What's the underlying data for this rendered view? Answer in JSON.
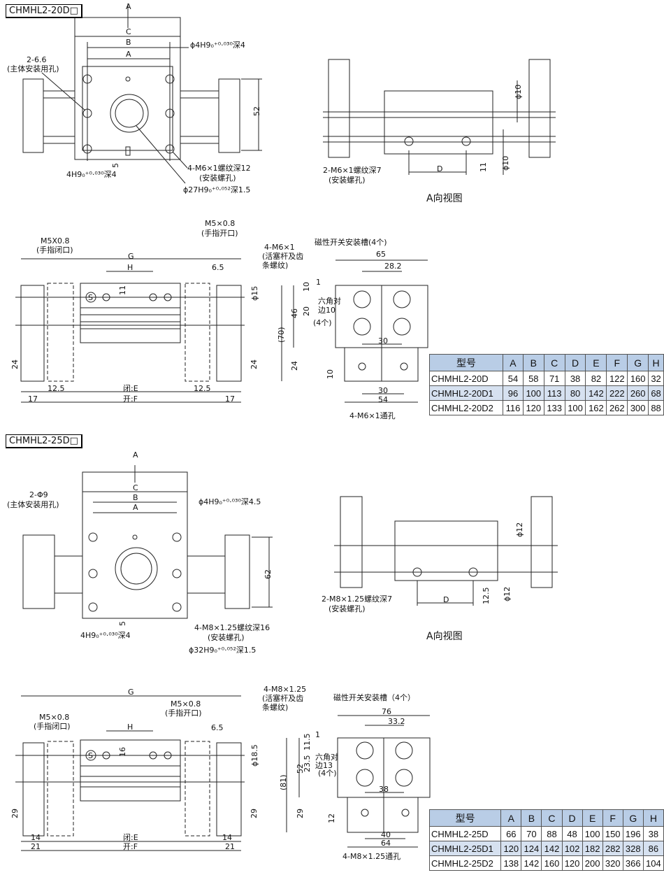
{
  "sections": [
    {
      "title": "CHMHL2-20D□",
      "labels": [
        "A",
        "C",
        "B",
        "A",
        "ϕ4H9₀⁺⁰·⁰³⁰深4",
        "2-6.6",
        "(主体安装用孔)",
        "52",
        "5",
        "4H9₀⁺⁰·⁰³⁰深4",
        "4-M6×1螺纹深12",
        "(安装螺孔)",
        "ϕ27H9₀⁺⁰·⁰⁵²深1.5",
        "ϕ10",
        "ϕ10",
        "11",
        "D",
        "2-M6×1螺纹深7",
        "(安装螺孔)",
        "A向视图",
        "M5×0.8",
        "(手指开口)",
        "M5X0.8",
        "(手指闭口)",
        "G",
        "H",
        "4-M6×1",
        "(活塞杆及齿",
        "条螺纹)",
        "6.5",
        "ϕ15",
        "11",
        "24",
        "24",
        "12.5",
        "闭:E",
        "12.5",
        "17",
        "开:F",
        "17",
        "磁性开关安装槽(4个)",
        "65",
        "28.2",
        "10",
        "1",
        "六角对",
        "边10",
        "(4个)",
        "20",
        "46",
        "(70)",
        "30",
        "24",
        "10",
        "30",
        "54",
        "4-M6×1通孔",
        "S"
      ],
      "table": {
        "headers": [
          "型号",
          "A",
          "B",
          "C",
          "D",
          "E",
          "F",
          "G",
          "H"
        ],
        "rows": [
          [
            "CHMHL2-20D",
            "54",
            "58",
            "71",
            "38",
            "82",
            "122",
            "160",
            "32"
          ],
          [
            "CHMHL2-20D1",
            "96",
            "100",
            "113",
            "80",
            "142",
            "222",
            "260",
            "68"
          ],
          [
            "CHMHL2-20D2",
            "116",
            "120",
            "133",
            "100",
            "162",
            "262",
            "300",
            "88"
          ]
        ]
      }
    },
    {
      "title": "CHMHL2-25D□",
      "labels": [
        "A",
        "C",
        "B",
        "A",
        "ϕ4H9₀⁺⁰·⁰³⁰深4.5",
        "2-Φ9",
        "(主体安装用孔)",
        "62",
        "5",
        "4H9₀⁺⁰·⁰³⁰深4",
        "4-M8×1.25螺纹深16",
        "(安装螺孔)",
        "ϕ32H9₀⁺⁰·⁰⁵²深1.5",
        "ϕ12",
        "ϕ12",
        "12.5",
        "D",
        "2-M8×1.25螺纹深7",
        "(安装螺孔)",
        "A向视图",
        "M5×0.8",
        "(手指开口)",
        "M5×0.8",
        "(手指闭口)",
        "G",
        "H",
        "4-M8×1.25",
        "(活塞杆及齿",
        "条螺纹)",
        "6.5",
        "ϕ18.5",
        "16",
        "29",
        "29",
        "14",
        "闭:E",
        "14",
        "21",
        "开:F",
        "21",
        "磁性开关安装槽（4个）",
        "76",
        "33.2",
        "11.5",
        "1",
        "六角对",
        "边13",
        "(4个)",
        "23.5",
        "52",
        "(81)",
        "38",
        "29",
        "12",
        "40",
        "64",
        "4-M8×1.25通孔",
        "S"
      ],
      "table": {
        "headers": [
          "型号",
          "A",
          "B",
          "C",
          "D",
          "E",
          "F",
          "G",
          "H"
        ],
        "rows": [
          [
            "CHMHL2-25D",
            "66",
            "70",
            "88",
            "48",
            "100",
            "150",
            "196",
            "38"
          ],
          [
            "CHMHL2-25D1",
            "120",
            "124",
            "142",
            "102",
            "182",
            "282",
            "328",
            "86"
          ],
          [
            "CHMHL2-25D2",
            "138",
            "142",
            "160",
            "120",
            "200",
            "320",
            "366",
            "104"
          ]
        ]
      }
    }
  ]
}
